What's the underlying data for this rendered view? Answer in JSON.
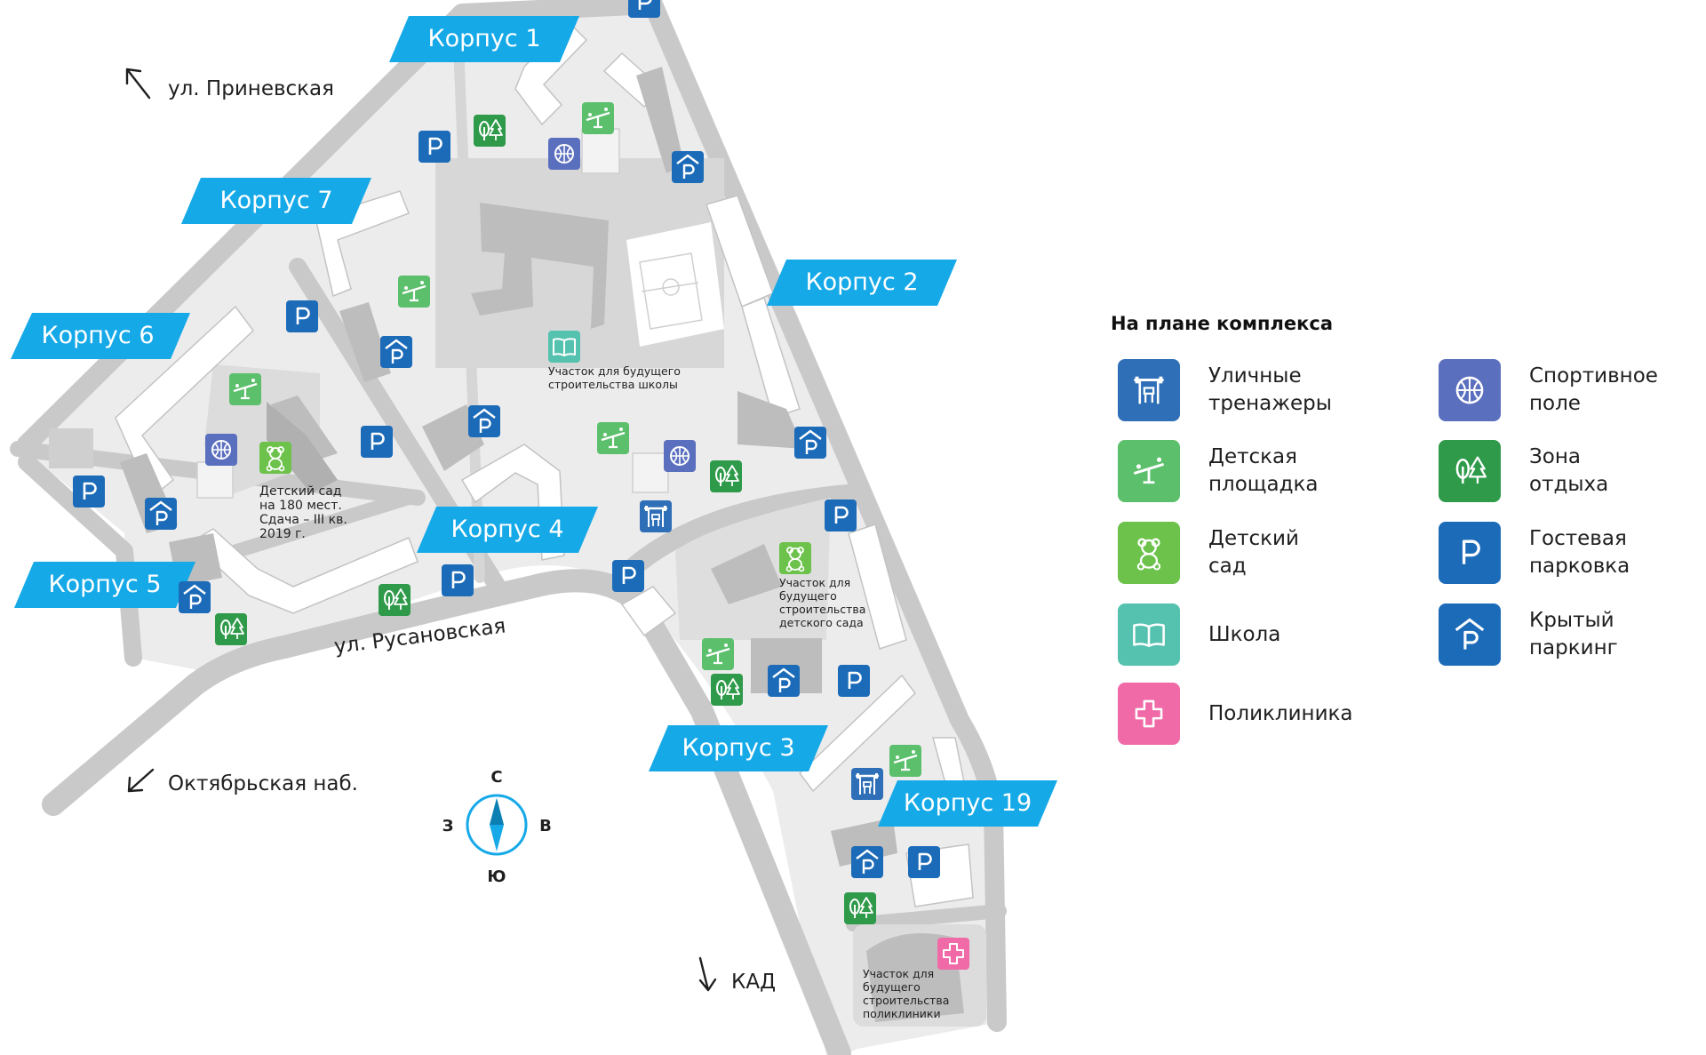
{
  "buildings": {
    "k1": "Корпус 1",
    "k2": "Корпус 2",
    "k3": "Корпус 3",
    "k4": "Корпус  4",
    "k5": "Корпус 5",
    "k6": "Корпус 6",
    "k7": "Корпус  7",
    "k19": "Корпус 19"
  },
  "streets": {
    "prinevskaya": "ул. Приневская",
    "rusanovskaya": "ул. Русановская",
    "oktyabrskaya": "Октябрьская наб.",
    "kad": "КАД"
  },
  "notes": {
    "school": [
      "Участок для будущего",
      "строительства школы"
    ],
    "kindergarten": [
      "Детский сад",
      "на 180 мест.",
      "Сдача – III кв.",
      "2019 г."
    ],
    "future_kindergarten": [
      "Участок для",
      "будущего",
      "строительства",
      "детского сада"
    ],
    "clinic": [
      "Участок для",
      "будущего",
      "строительства",
      "поликлиники"
    ]
  },
  "compass": {
    "n": "С",
    "s": "Ю",
    "w": "З",
    "e": "В"
  },
  "legend": {
    "title": "На плане комплекса",
    "items": [
      {
        "icon": "workout-icon",
        "label": "Уличные\nтренажеры",
        "color": "#2f6fb8"
      },
      {
        "icon": "basketball-icon",
        "label": "Спортивное\nполе",
        "color": "#5b6fbf"
      },
      {
        "icon": "playground-icon",
        "label": "Детская\nплощадка",
        "color": "#5cbf6c"
      },
      {
        "icon": "forest-icon",
        "label": "Зона\nотдыха",
        "color": "#2e9a4a"
      },
      {
        "icon": "teddy-bear-icon",
        "label": "Детский\nсад",
        "color": "#6cc24a"
      },
      {
        "icon": "parking-icon",
        "label": "Гостевая\nпарковка",
        "color": "#1c6bb8"
      },
      {
        "icon": "book-icon",
        "label": "Школа",
        "color": "#55c2b0"
      },
      {
        "icon": "covered-parking-icon",
        "label": "Крытый\nпаркинг",
        "color": "#1c6bb8"
      },
      {
        "icon": "clinic-icon",
        "label": "Поликлиника",
        "color": "#ef6aa6"
      }
    ]
  },
  "colors": {
    "label_bg": "#16a9e8",
    "road": "#c9c9c9",
    "area": "#ececec",
    "building": "#bdbdbd"
  }
}
